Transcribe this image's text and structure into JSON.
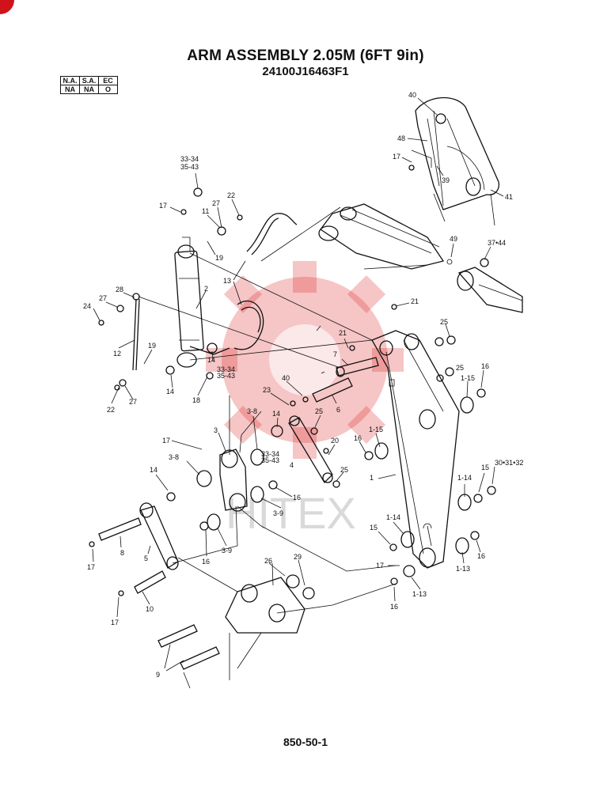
{
  "header": {
    "title": "ARM ASSEMBLY 2.05M (6FT 9in)",
    "subtitle": "24100J16463F1"
  },
  "spec_table": {
    "headers": [
      "N.A.",
      "S.A.",
      "EC"
    ],
    "values": [
      "NA",
      "NA",
      "O"
    ]
  },
  "watermark": "HITEX",
  "page_number": "850-50-1",
  "callouts": {
    "c40a": "40",
    "c48": "48",
    "c17a": "17",
    "c39": "39",
    "c41": "41",
    "c49": "49",
    "c3744": "37•44",
    "c3334a": "33-34",
    "c3543a": "35-43",
    "c17b": "17",
    "c27a": "27",
    "c22a": "22",
    "c11": "11",
    "c19a": "19",
    "c13": "13",
    "c2": "2",
    "c28": "28",
    "c27b": "27",
    "c24": "24",
    "c21a": "21",
    "c21b": "21",
    "c25a": "25",
    "c12": "12",
    "c19b": "19",
    "c14a": "14",
    "c3334b": "33-34",
    "c3543b": "35-43",
    "c7": "7",
    "c14b": "14",
    "c18": "18",
    "c22b": "22",
    "c27c": "27",
    "c40b": "40",
    "c23": "23",
    "c25b": "25",
    "c16a": "16",
    "c115a": "1-15",
    "c6": "6",
    "c38a": "3-8",
    "c14c": "14",
    "c3": "3",
    "c17c": "17",
    "c25c": "25",
    "c20": "20",
    "c16b": "16",
    "c115b": "1-15",
    "c3334c": "33-34",
    "c3543c": "35-43",
    "c4": "4",
    "c38b": "3-8",
    "c25d": "25",
    "c303132": "30•31•32",
    "c15a": "15",
    "c114a": "1-14",
    "c1": "1",
    "c14d": "14",
    "c16c": "16",
    "c39b": "3-9",
    "c114b": "1-14",
    "c15b": "15",
    "c16d": "16",
    "c8": "8",
    "c5": "5",
    "c39c": "3-9",
    "c16e": "16",
    "c17d": "17",
    "c113a": "1-13",
    "c17e": "17",
    "c113b": "1-13",
    "c26": "26",
    "c29": "29",
    "c16f": "16",
    "c10": "10",
    "c17f": "17",
    "c9": "9"
  }
}
